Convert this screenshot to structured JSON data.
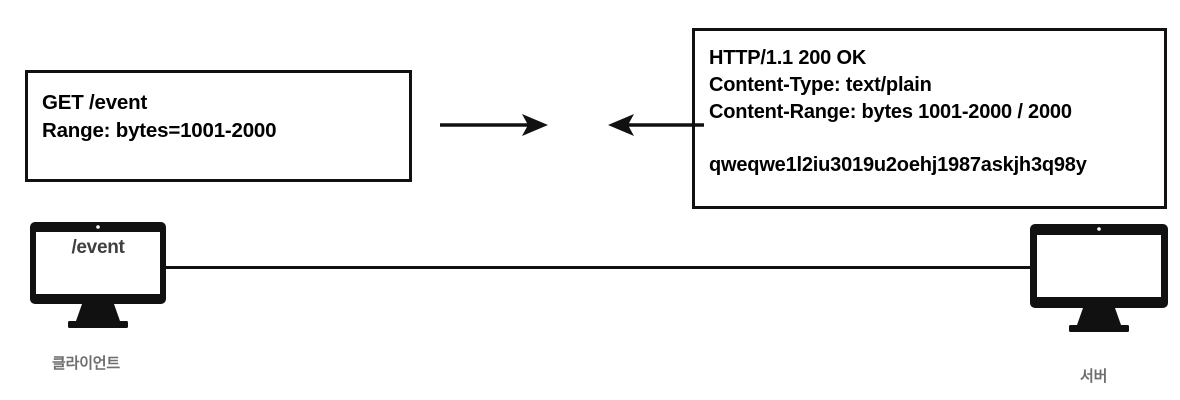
{
  "diagram": {
    "title": "HTTP Range request and 200 OK response between client and server",
    "colors": {
      "stroke": "#111111",
      "text": "#000000",
      "label_gray": "#6e6e6e",
      "screen_text_gray": "#3f3f3f",
      "background": "#ffffff"
    }
  },
  "request_box": {
    "name": "http-request-message",
    "lines": [
      {
        "text": "GET /event",
        "bold": false
      },
      {
        "text": "Range: bytes=1001-2000",
        "bold": false
      }
    ]
  },
  "response_box": {
    "name": "http-response-message",
    "lines": [
      {
        "text": "HTTP/1.1 200 OK",
        "bold": false,
        "gap_above": false
      },
      {
        "text": "Content-Type: text/plain",
        "bold": false,
        "gap_above": false
      },
      {
        "text": "Content-Range: bytes 1001-2000 / 2000",
        "bold": true,
        "gap_above": false
      },
      {
        "text": "qweqwe1l2iu3019u2oehj1987askjh3q98y",
        "bold": false,
        "gap_above": true
      }
    ]
  },
  "arrows": [
    {
      "name": "arrow-request-right",
      "direction": "right",
      "icon": "arrow-right-icon"
    },
    {
      "name": "arrow-response-left",
      "direction": "left",
      "icon": "arrow-left-icon"
    }
  ],
  "nodes": {
    "client": {
      "label": "클라이언트",
      "screen_text": "/event",
      "icon": "desktop-monitor-icon"
    },
    "server": {
      "label": "서버",
      "screen_text": "",
      "icon": "desktop-monitor-icon"
    }
  },
  "connection": {
    "name": "client-server-link",
    "style": "solid-line"
  }
}
